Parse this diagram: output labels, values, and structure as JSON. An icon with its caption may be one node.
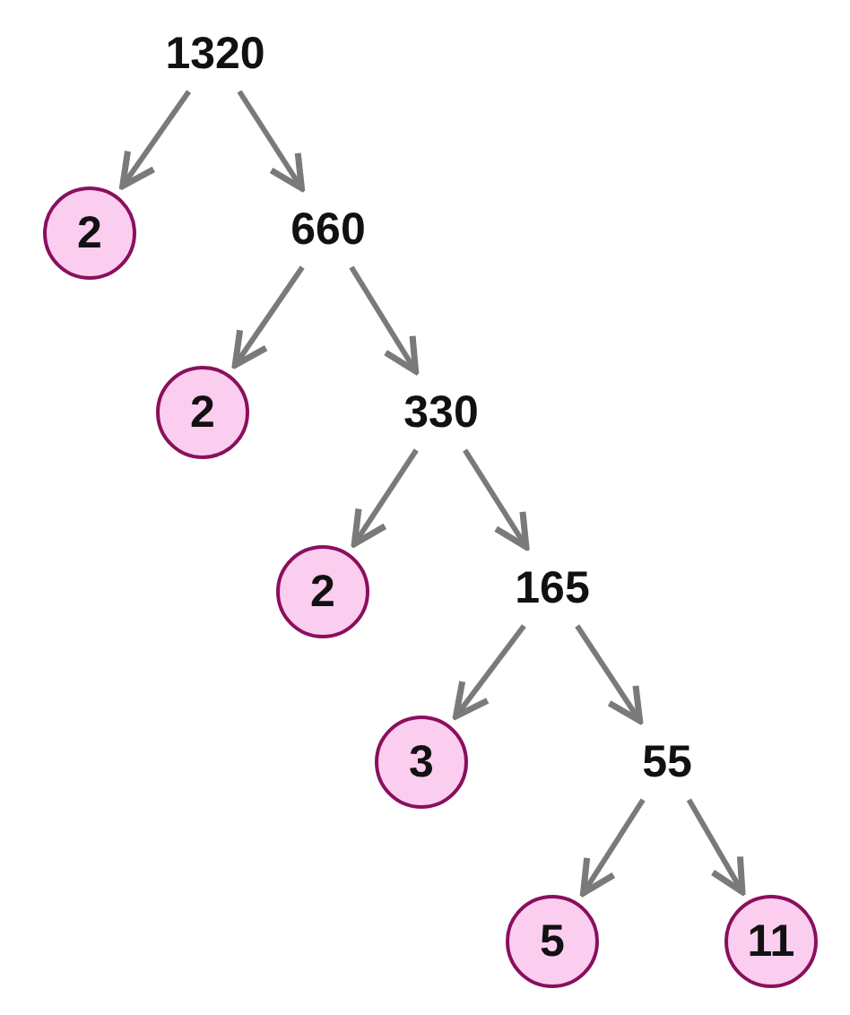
{
  "diagram": {
    "nodes": [
      {
        "text": [
          "1320"
        ]
      },
      {
        "text": [
          "2"
        ]
      },
      {
        "text": [
          "660"
        ]
      },
      {
        "text": [
          "2"
        ]
      },
      {
        "text": [
          "330"
        ]
      },
      {
        "text": [
          "2"
        ]
      },
      {
        "text": [
          "165"
        ]
      },
      {
        "text": [
          "3"
        ]
      },
      {
        "text": [
          "55"
        ]
      },
      {
        "text": [
          "5"
        ]
      },
      {
        "text": [
          "11"
        ]
      }
    ],
    "edges": [
      {
        "from": 0,
        "to": 1,
        "arrow": "to"
      },
      {
        "from": 0,
        "to": 2,
        "arrow": "to"
      },
      {
        "from": 2,
        "to": 3,
        "arrow": "to"
      },
      {
        "from": 2,
        "to": 4,
        "arrow": "to"
      },
      {
        "from": 4,
        "to": 5,
        "arrow": "to"
      },
      {
        "from": 4,
        "to": 6,
        "arrow": "to"
      },
      {
        "from": 6,
        "to": 7,
        "arrow": "to"
      },
      {
        "from": 6,
        "to": 8,
        "arrow": "to"
      },
      {
        "from": 8,
        "to": 9,
        "arrow": "to"
      },
      {
        "from": 8,
        "to": 10,
        "arrow": "to"
      }
    ]
  }
}
